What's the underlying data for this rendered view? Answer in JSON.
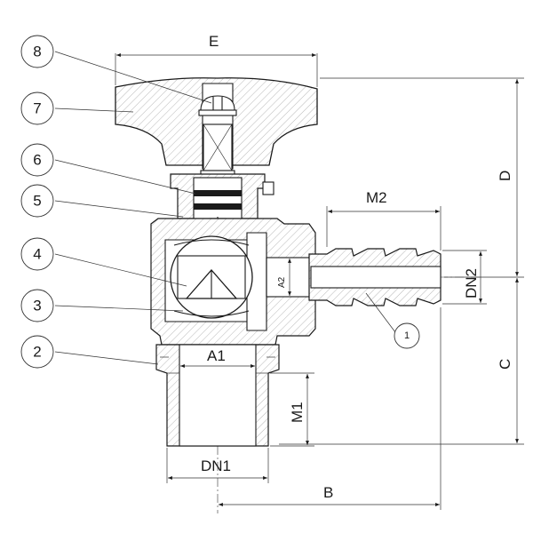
{
  "dimensions": {
    "E": "E",
    "M2": "M2",
    "A2": "A2",
    "DN2": "DN2",
    "D": "D",
    "C": "C",
    "A1": "A1",
    "M1": "M1",
    "DN1": "DN1",
    "B": "B"
  },
  "callouts": [
    "8",
    "7",
    "6",
    "5",
    "4",
    "3",
    "2"
  ],
  "detail_callout": "1"
}
